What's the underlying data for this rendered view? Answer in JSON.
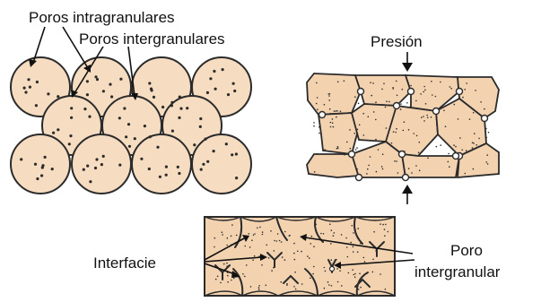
{
  "labels": {
    "poros_intra": "Poros intragranulares",
    "poros_inter": "Poros intergranulares",
    "presion": "Presión",
    "interfacie": "Interfacie",
    "poro_line1": "Poro",
    "poro_line2": "intergranular"
  },
  "colors": {
    "grain_fill": "#f6dcc0",
    "grain_stroke": "#2b2b2b",
    "text": "#111111"
  }
}
